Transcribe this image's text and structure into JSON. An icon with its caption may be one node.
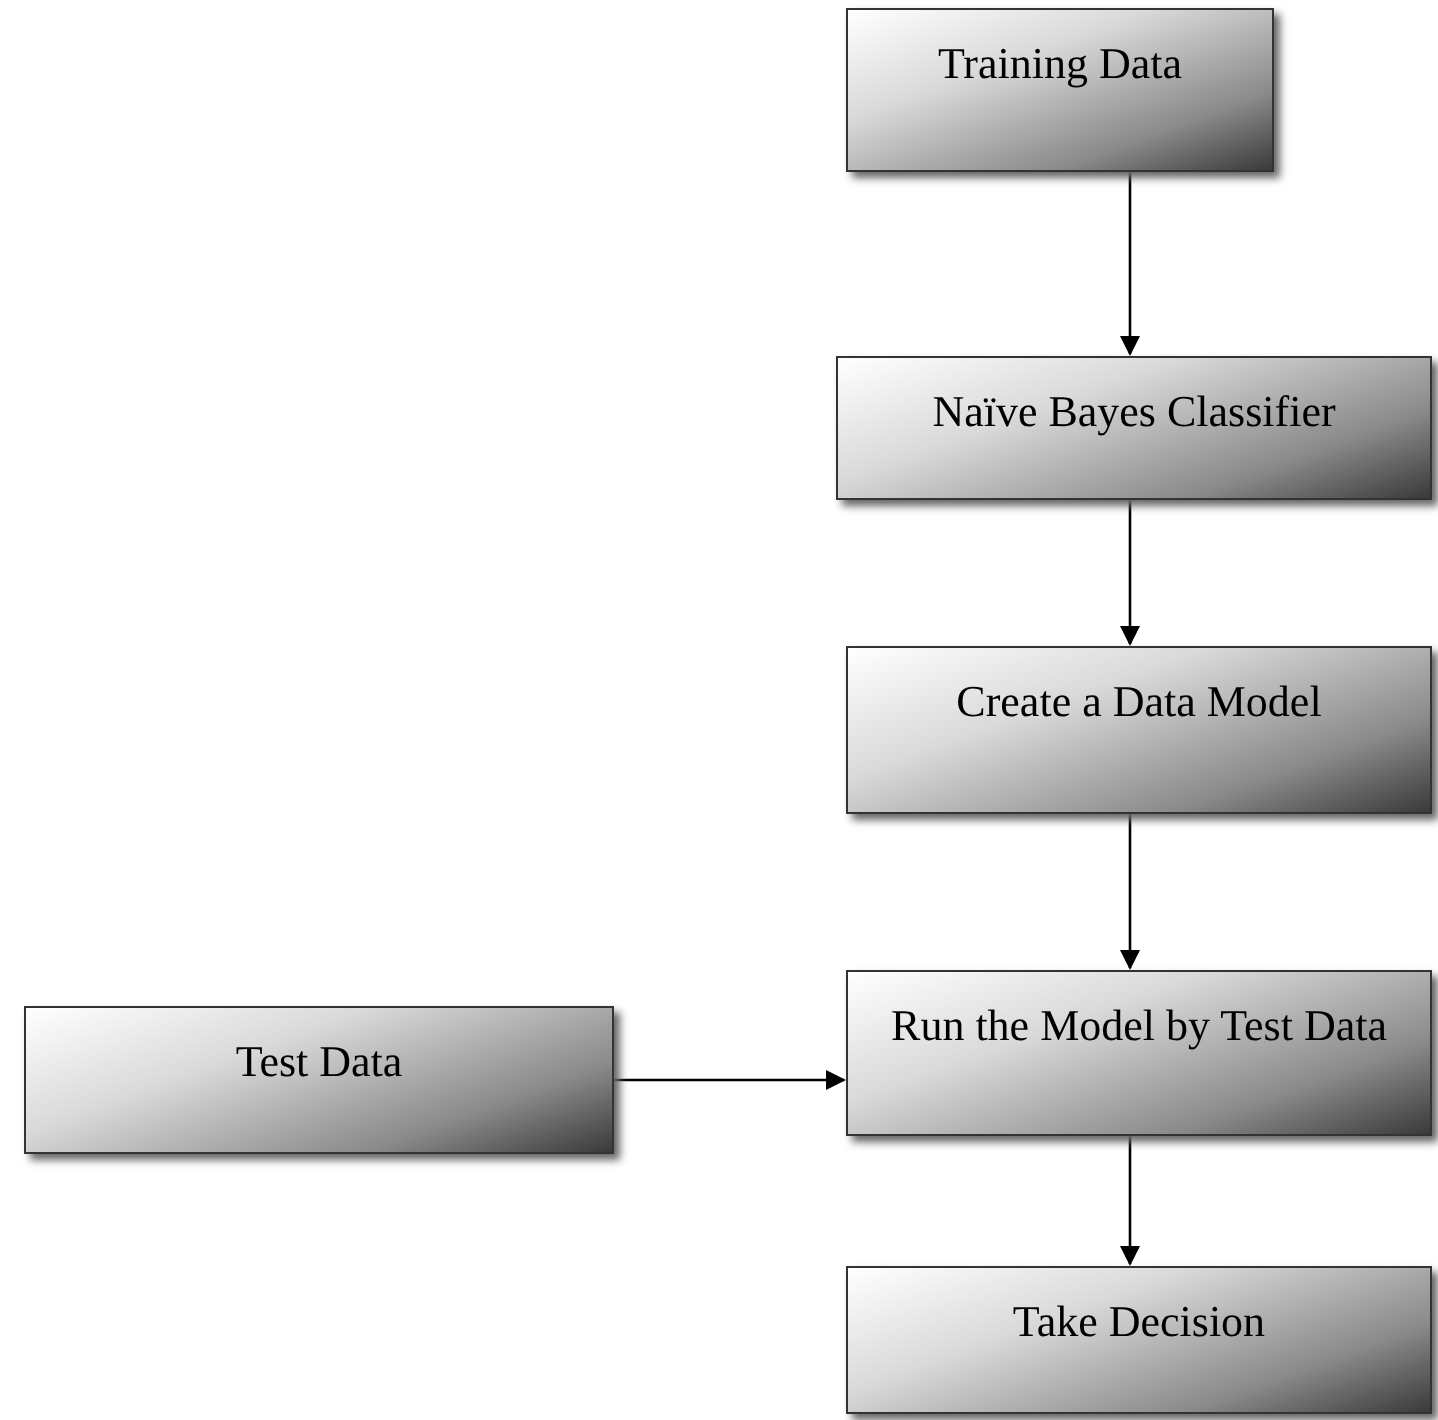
{
  "diagram": {
    "nodes": [
      {
        "text": [
          "Training Data"
        ]
      },
      {
        "text": [
          "Naïve Bayes Classifier"
        ]
      },
      {
        "text": [
          "Create a Data Model"
        ]
      },
      {
        "text": [
          "Run the Model by Test Data"
        ]
      },
      {
        "text": [
          "Test Data"
        ]
      },
      {
        "text": [
          "Take Decision"
        ]
      }
    ],
    "edges": [
      {
        "from": 0,
        "to": 1,
        "arrow": "to"
      },
      {
        "from": 1,
        "to": 2,
        "arrow": "to"
      },
      {
        "from": 2,
        "to": 3,
        "arrow": "to"
      },
      {
        "from": 4,
        "to": 3,
        "arrow": "to"
      },
      {
        "from": 3,
        "to": 5,
        "arrow": "to"
      }
    ]
  }
}
